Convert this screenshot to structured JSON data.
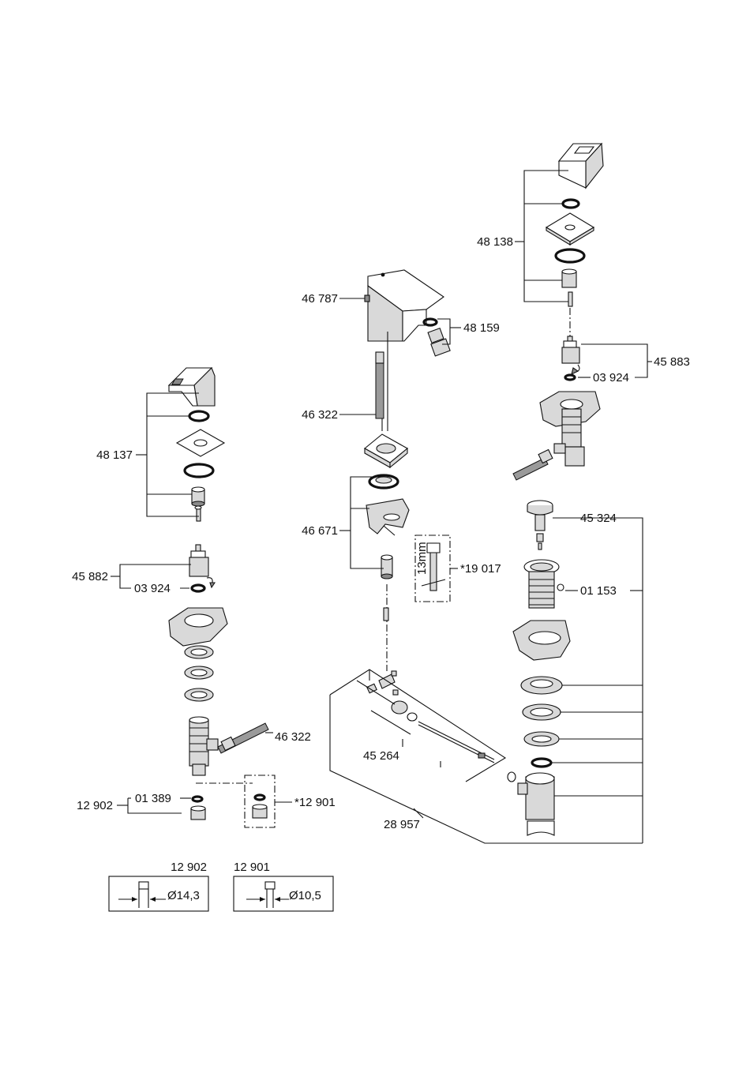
{
  "callouts": {
    "left_handle_kit": "48 137",
    "left_cartridge": "45 882",
    "left_cartridge_oring": "03 924",
    "left_supply_hose": "46 322",
    "left_nut_set": "12 902",
    "left_nut_washer": "01 389",
    "left_nut_alt": "*12 901",
    "spout": "46 787",
    "aerator": "48 159",
    "spout_hose": "46 322",
    "spout_mount_kit": "46 671",
    "wrench": "*19 017",
    "wrench_size": "13mm",
    "lift_rod_kit": "45 264",
    "waste_kit": "28 957",
    "right_handle_kit": "48 138",
    "right_cartridge": "45 883",
    "right_cartridge_oring": "03 924",
    "pop_up_plug": "45 324",
    "drain_body": "01 153"
  },
  "spec_boxes": [
    {
      "code": "12 902",
      "diameter": "Ø14,3"
    },
    {
      "code": "12 901",
      "diameter": "Ø10,5"
    }
  ]
}
